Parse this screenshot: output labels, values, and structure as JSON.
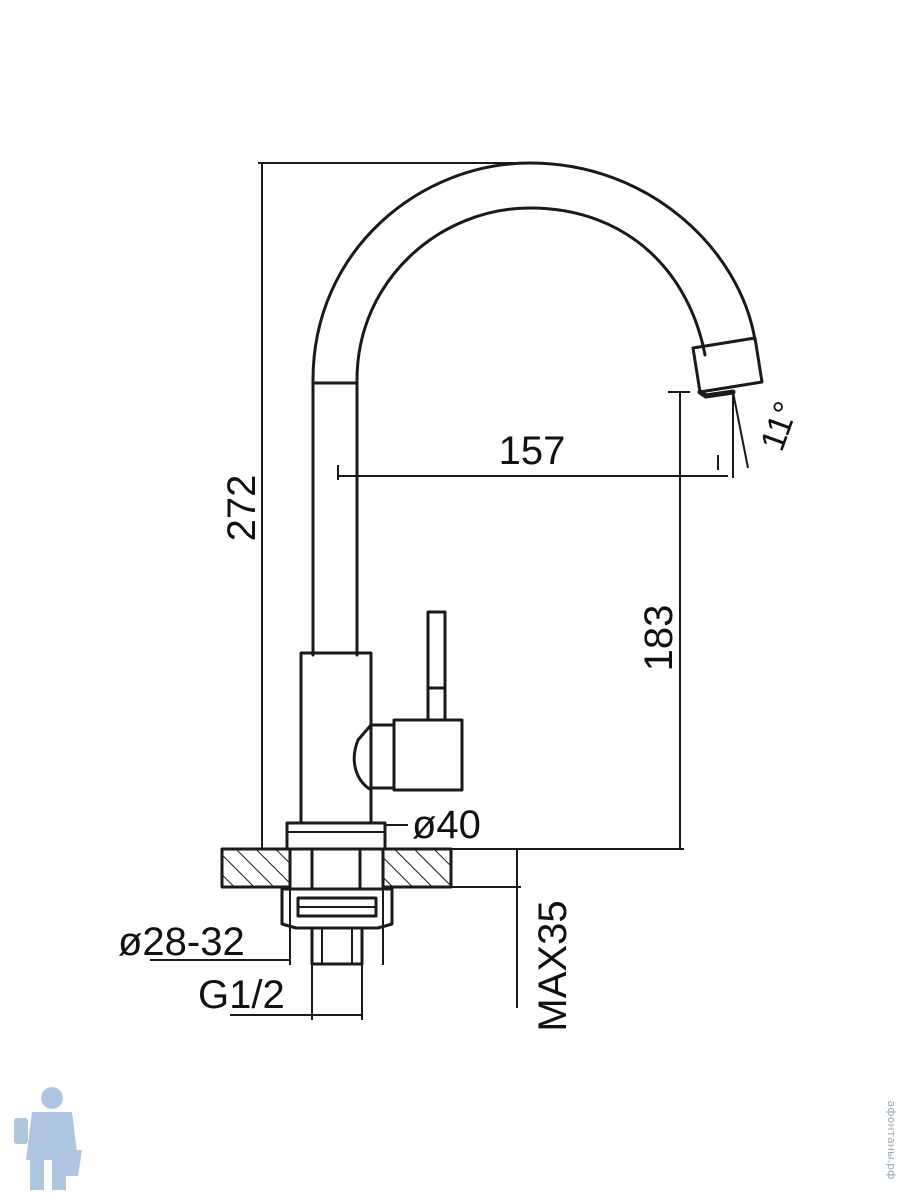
{
  "drawing": {
    "stroke_color": "#1a1a1a",
    "hatch_color": "#1a1a1a",
    "dimensions": {
      "total_height": "272",
      "reach": "157",
      "spout_height": "183",
      "spout_angle": "11°",
      "base_diameter": "ø40",
      "hole_diameter": "ø28-32",
      "thread": "G1/2",
      "max_thickness": "MAX35"
    }
  },
  "watermark": {
    "site": "афонтаны.рф",
    "logo_icon": "plumber-icon",
    "color": "#9ab8d8"
  }
}
